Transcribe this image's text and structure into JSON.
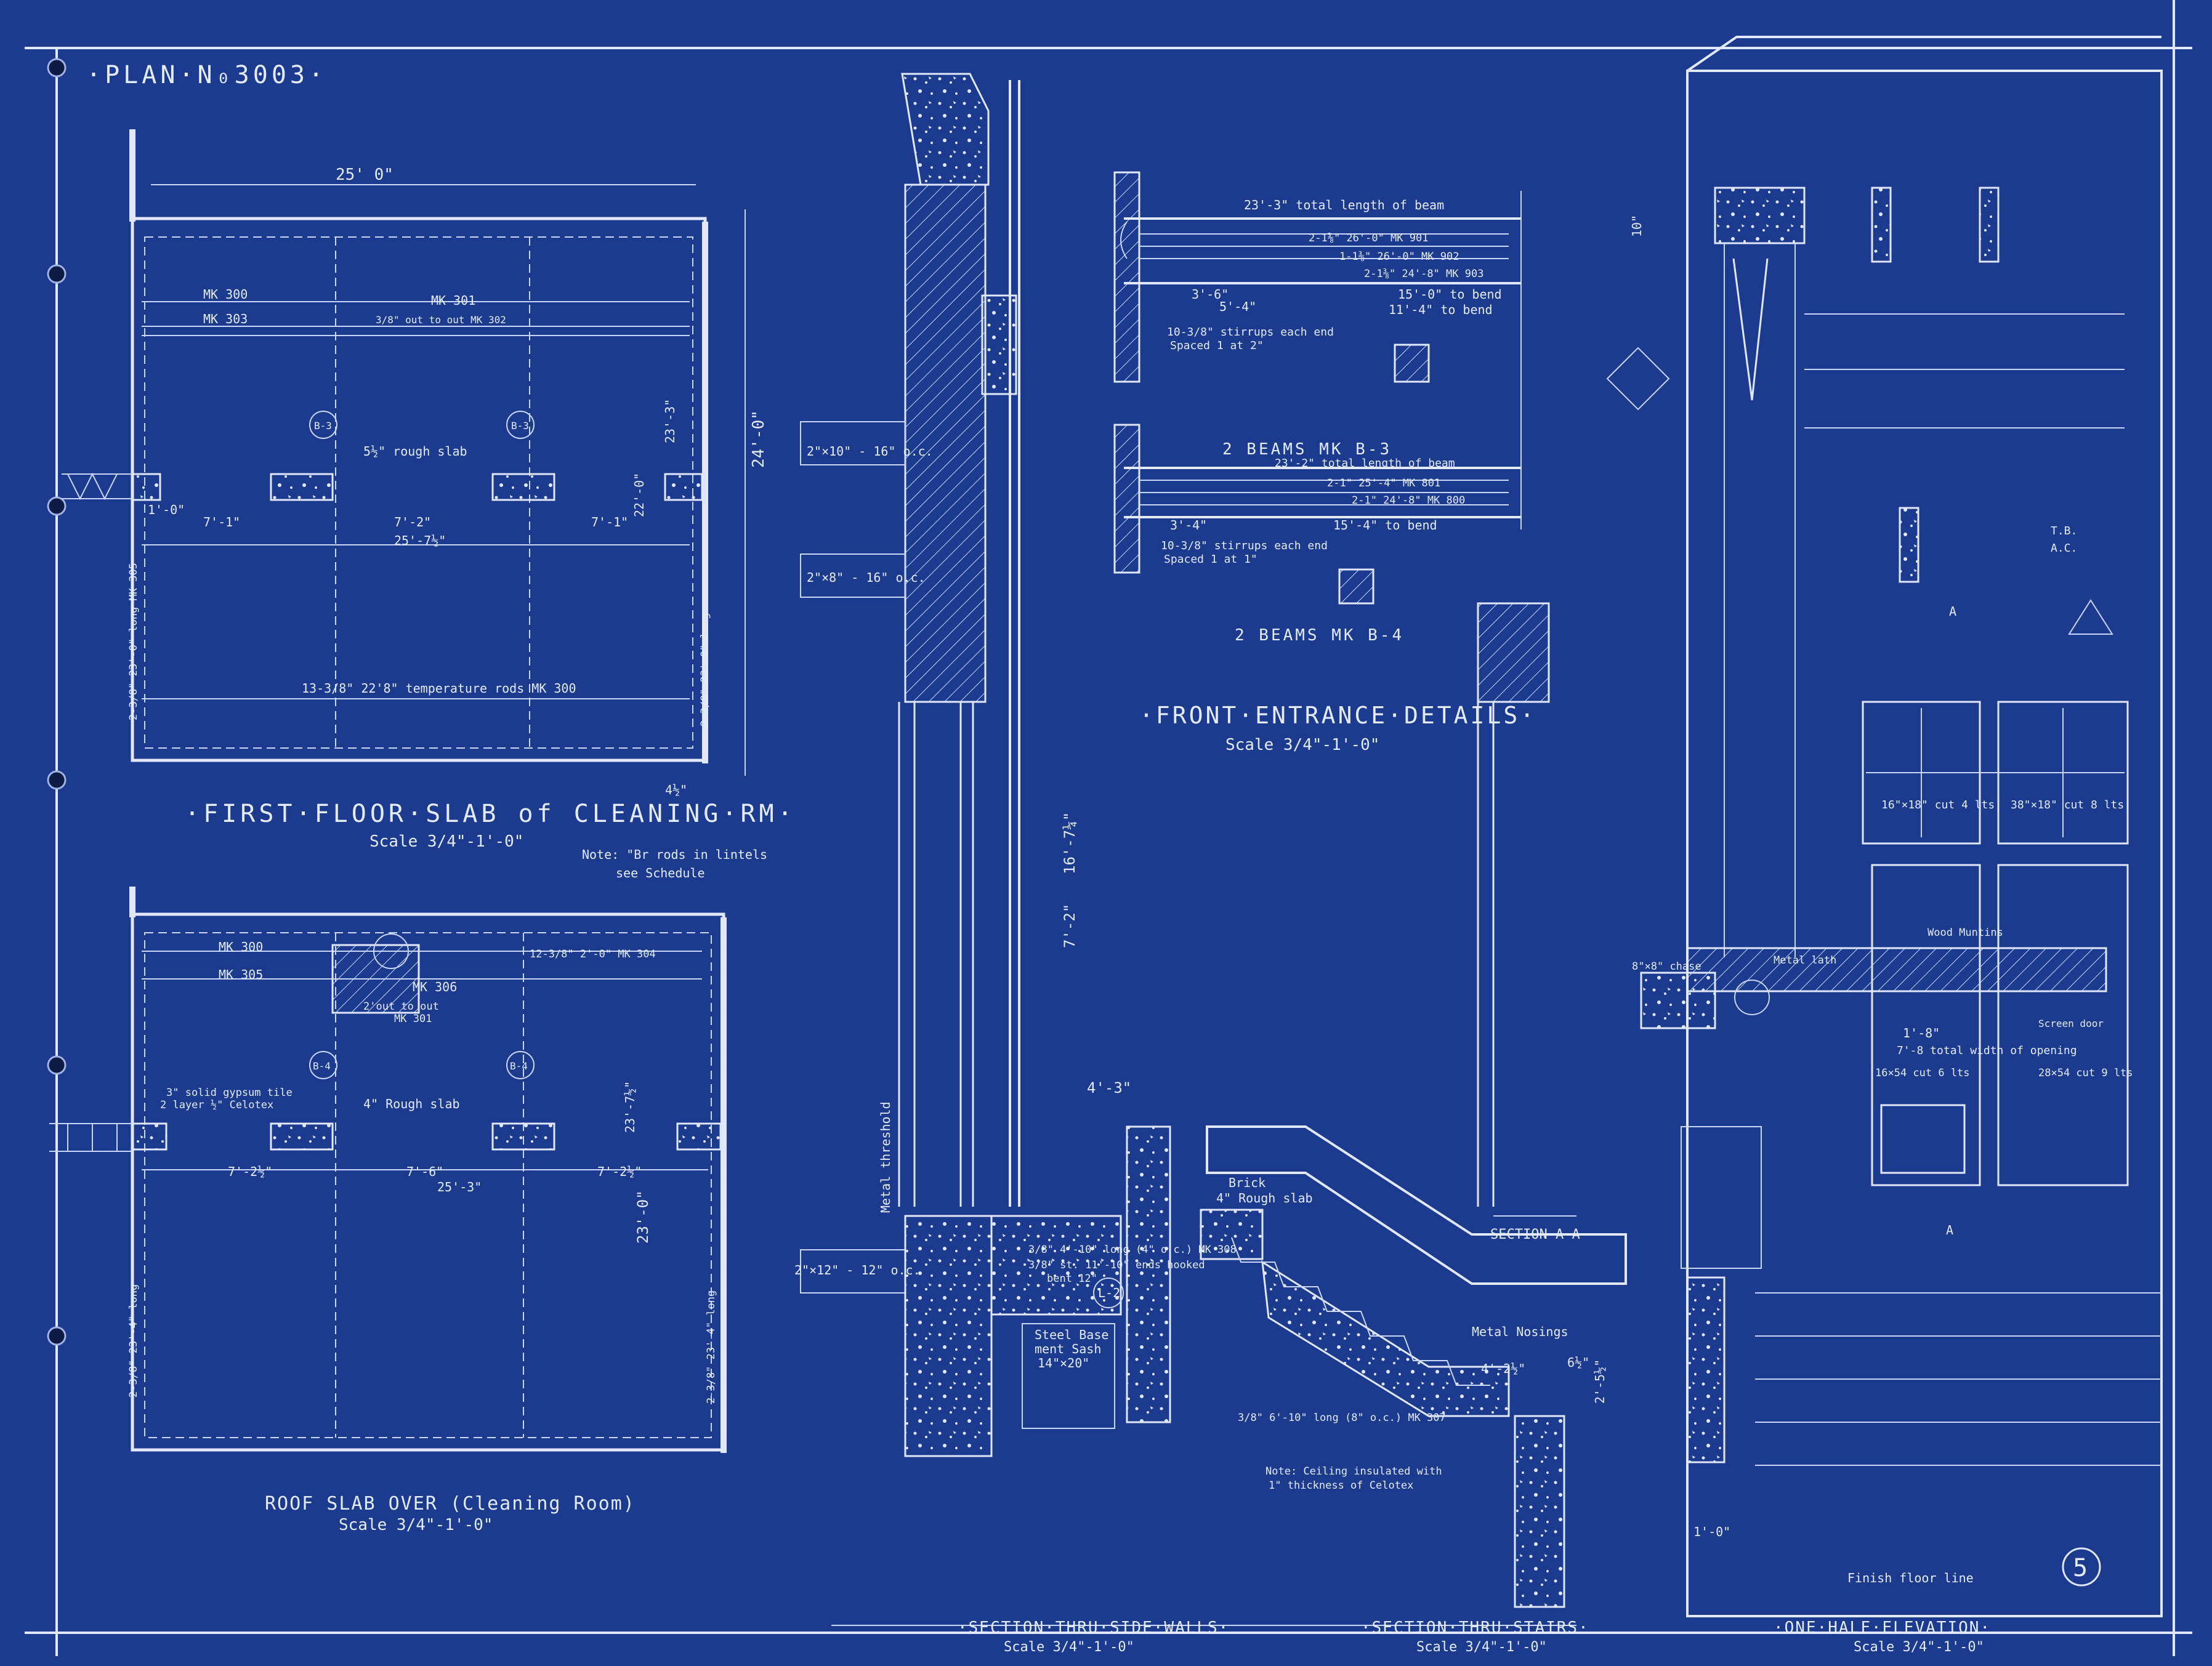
{
  "plan_number": "·PLAN·N₀3003·",
  "sheet_number": "5",
  "colors": {
    "paper": "#1c3a8e",
    "line": "#dfe8ff"
  },
  "first_floor": {
    "title": "·FIRST·FLOOR·SLAB of CLEANING·RM·",
    "scale": "Scale 3/4\"-1'-0\"",
    "note_line1": "Note: \"Br rods in lintels",
    "note_line2": "see Schedule",
    "dim_width": "25' 0\"",
    "dim_height": "24'-0\"",
    "dim_inner": "23'-3\"",
    "dim_22": "22'-0\"",
    "mk300": "MK 300",
    "mk301": "MK 301",
    "mk303": "MK 303",
    "mk302": "3/8\" out to out MK 302",
    "rough_slab": "5½\" rough slab",
    "b3": "B-3",
    "span_left": "7'-1\"",
    "span_mid": "7'-2\"",
    "span_right": "7'-1\"",
    "span_total": "25'-7½\"",
    "temp_rods": "13-3/8\" 22'8\" temperature rods MK 300",
    "long_left": "2-3/8\" 23'-0\" long MK 305",
    "long_right": "2-3/8\" 23'-0\" long",
    "dim_1_0": "1'-0\"",
    "dim_4_5": "4½\""
  },
  "roof": {
    "title": "ROOF SLAB OVER (Cleaning Room)",
    "scale": "Scale 3/4\"-1'-0\"",
    "mk300": "MK 300",
    "mk305": "MK 305",
    "mk306": "MK 306",
    "mk304": "12-3/8\" 2'-0\" MK 304",
    "out_to_out": "2'out to out",
    "mk301": "MK 301",
    "tile_1": "3\" solid gypsum tile",
    "tile_2": "2 layer ½\" Celotex",
    "rough_slab": "4\" Rough slab",
    "b4": "B-4",
    "span_left": "7'-2½\"",
    "span_mid": "7'-6\"",
    "span_right": "7'-2½\"",
    "span_total": "25'-3\"",
    "dim_height": "23'-0\"",
    "dim_inner": "23'-7½\"",
    "long_left": "2-3/8\" 23'-4\" long",
    "long_right": "2-3/8\" 23'-4\" long"
  },
  "side_walls": {
    "title": "·SECTION·THRU·SIDE·WALLS·",
    "scale": "Scale 3/4\"-1'-0\"",
    "joist_1": "2\"×10\" - 16\" o.c.",
    "joist_2": "2\"×8\" - 16\" o.c.",
    "joist_3": "2\"×12\" - 12\" o.c.",
    "height_1": "16'-7¼\"",
    "height_2": "7'-2\"",
    "threshold": "Metal threshold",
    "sash_1": "Steel Base",
    "sash_2": "ment Sash",
    "sash_3": "14\"×20\"",
    "lintel": "L-2",
    "dim_4_3": "4'-3\""
  },
  "beams": {
    "b3_total": "23'-3\" total length of beam",
    "b3_r1": "2-1⅜\" 26'-0\" MK 901",
    "b3_r2": "1-1⅜\" 26'-0\" MK 902",
    "b3_r3": "2-1⅜\" 24'-8\" MK 903",
    "b3_bend1": "15'-0\" to bend",
    "b3_bend2": "11'-4\" to bend",
    "b3_stirrups_1": "10-3/8\" stirrups each end",
    "b3_stirrups_2": "Spaced 1 at 2\"",
    "b3_title": "2 BEAMS MK B-3",
    "b4_total": "23'-2\" total length of beam",
    "b4_r1": "2-1\" 25'-4\" MK 801",
    "b4_r2": "2-1\" 24'-8\" MK 800",
    "b4_bend": "15'-4\" to bend",
    "b4_stirrups_1": "10-3/8\" stirrups each end",
    "b4_stirrups_2": "Spaced 1 at 1\"",
    "b4_title": "2 BEAMS MK B-4",
    "dim_3_6": "3'-6\"",
    "dim_5_4": "5'-4\"",
    "dim_3_4": "3'-4\""
  },
  "entrance": {
    "title": "·FRONT·ENTRANCE·DETAILS·",
    "scale": "Scale 3/4\"-1'-0\""
  },
  "stairs": {
    "title": "·SECTION·THRU·STAIRS·",
    "scale": "Scale 3/4\"-1'-0\"",
    "section_aa": "SECTION A-A",
    "brick": "Brick",
    "rough_slab": "4\" Rough slab",
    "nosings": "Metal Nosings",
    "rod_1": "3/8\" 4'-10\" long (4\" o.c.) MK 308",
    "rod_2": "3/8\" 6'-10\" long (8\" o.c.) MK 307",
    "rod_3": "3/8\" st. 11'-10\" ends hooked",
    "bent": "bent 12\"",
    "note_1": "Note: Ceiling insulated with",
    "note_2": "1\" thickness of Celotex",
    "dim_2_5": "2'-5½\"",
    "dim_4_2": "4'-2½\"",
    "dim_6_5": "6½\""
  },
  "elevation": {
    "title": "·ONE·HALF·ELEVATION·",
    "scale": "Scale 3/4\"-1'-0\"",
    "chase": "8\"×8\" chase",
    "lath": "Metal lath",
    "muntins": "Wood Muntins",
    "win_1": "16\"×18\" cut 4 lts",
    "win_2": "38\"×18\" cut 8 lts",
    "win_3": "16×54 cut 6 lts",
    "win_4": "28×54 cut 9 lts",
    "screen": "Screen door",
    "opening": "7'-8 total width of opening",
    "floor_line": "Finish floor line",
    "tb": "T.B.",
    "ac": "A.C.",
    "section_a": "A",
    "dim_1_0": "1'-0\"",
    "dim_1_8": "1'-8\"",
    "dim_10": "10\""
  }
}
